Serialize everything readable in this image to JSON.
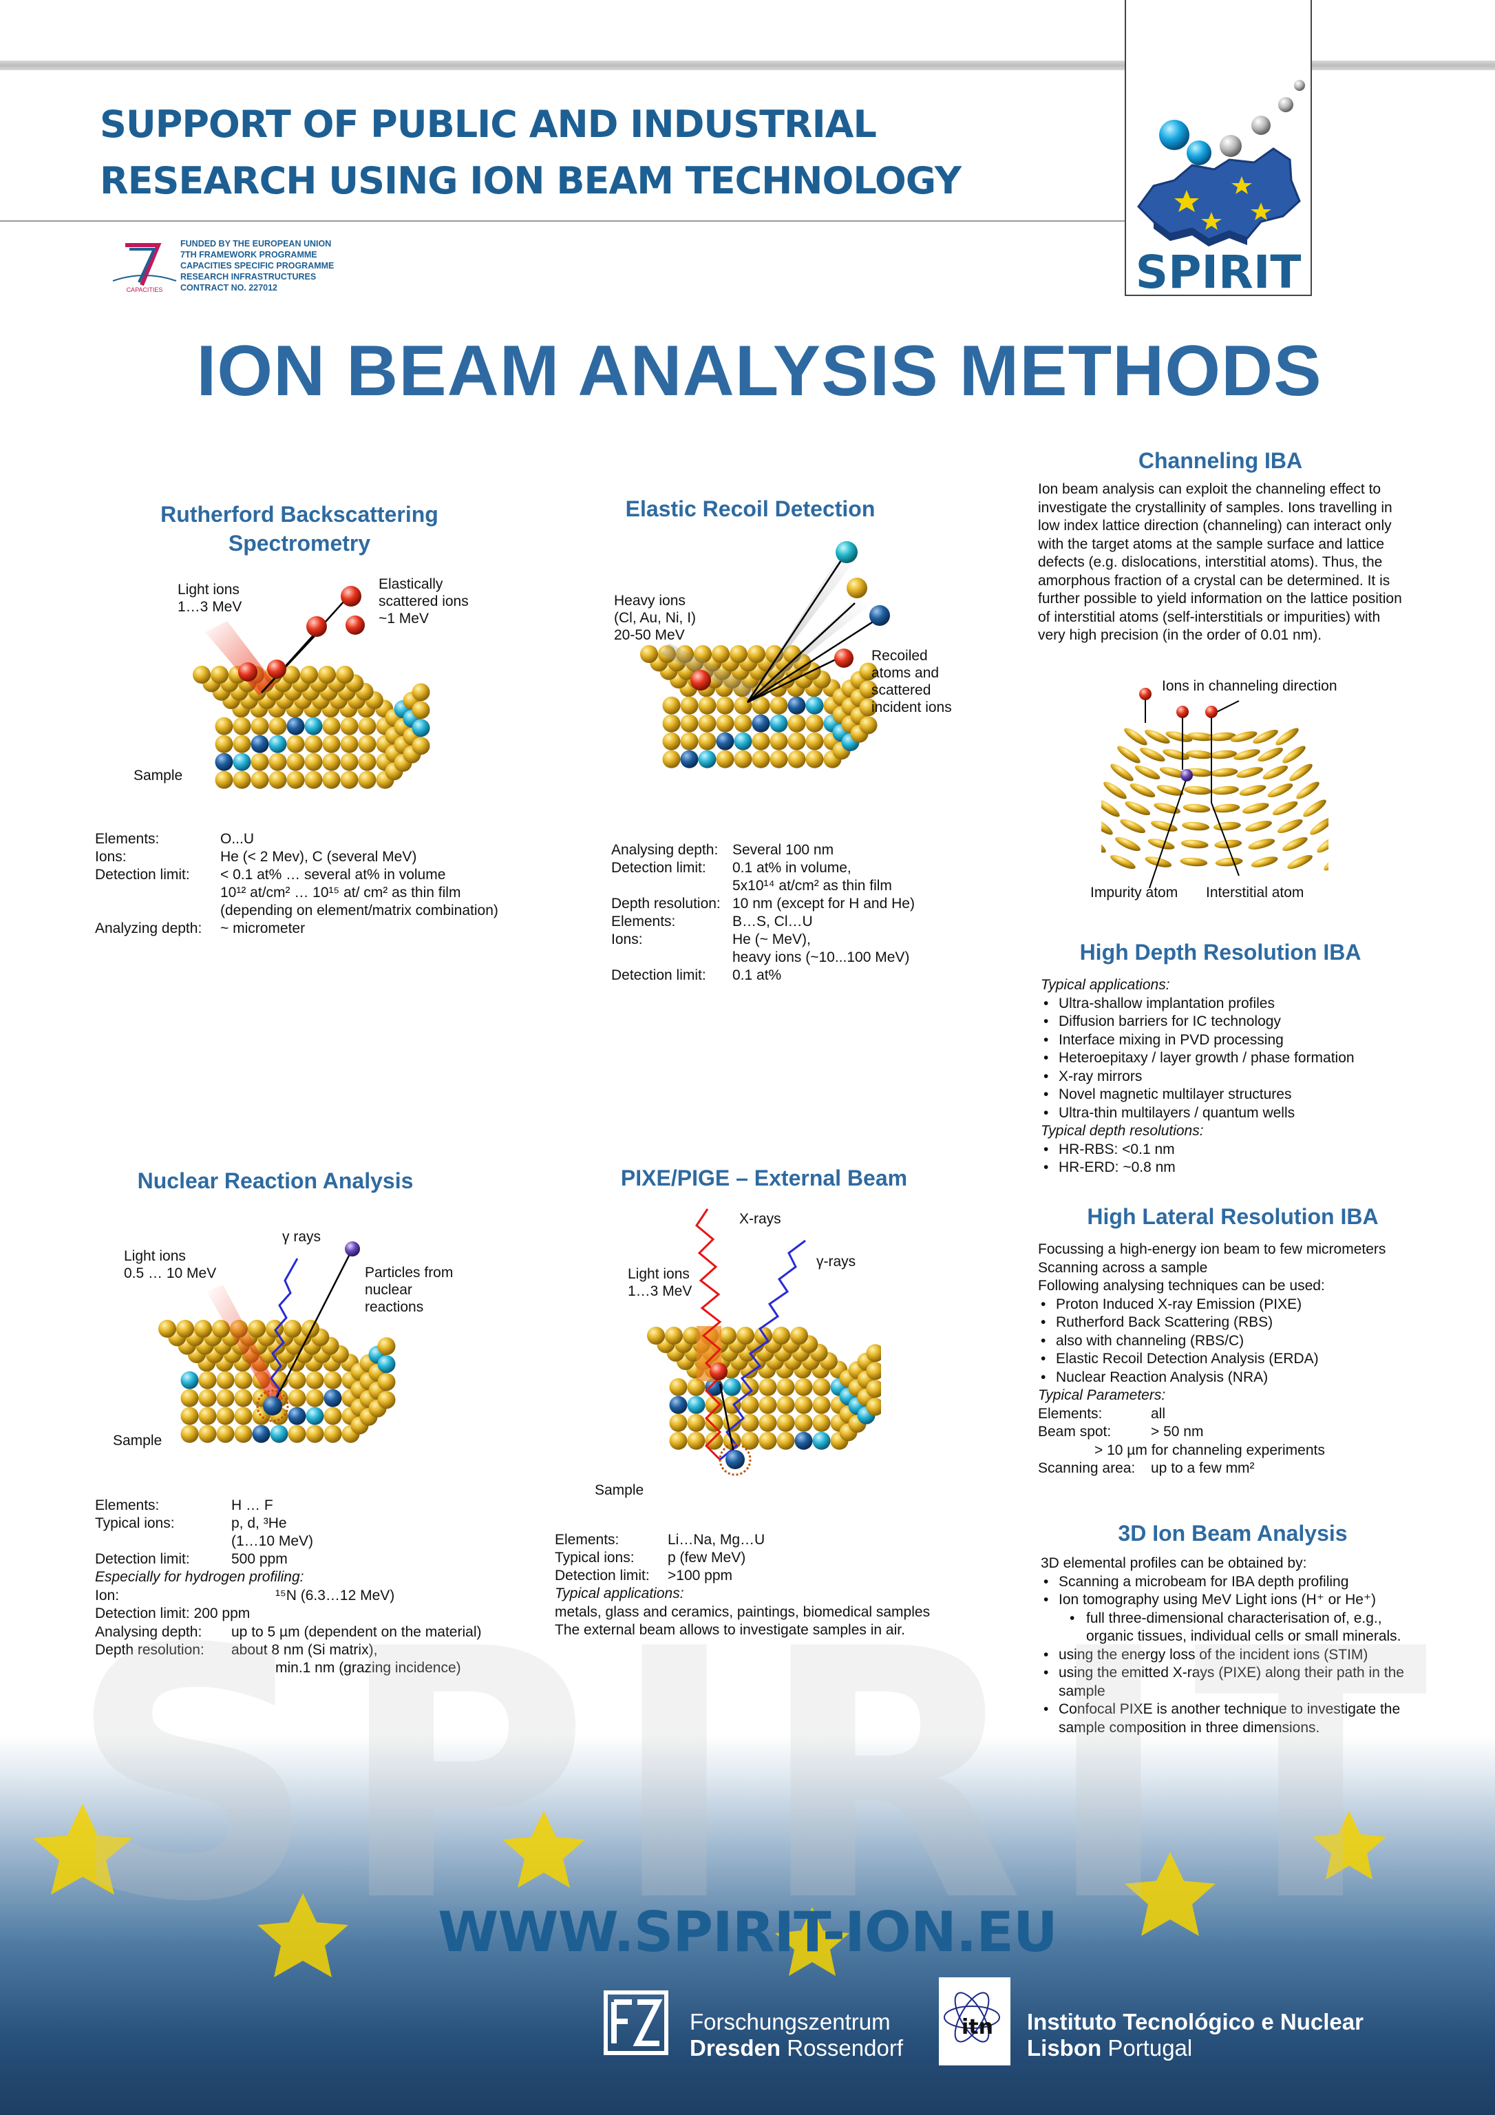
{
  "banner": {
    "title_line1": "SUPPORT OF PUBLIC AND INDUSTRIAL",
    "title_line2": "RESEARCH USING ION BEAM TECHNOLOGY",
    "fp7_lines": [
      "FUNDED BY THE EUROPEAN UNION",
      "7TH FRAMEWORK PROGRAMME",
      "CAPACITIES SPECIFIC PROGRAMME",
      "RESEARCH INFRASTRUCTURES",
      "CONTRACT NO. 227012"
    ],
    "fp7_logo_label": "CAPACITIES",
    "spirit_logo_text": "SPIRIT"
  },
  "main_title": "ION BEAM ANALYSIS METHODS",
  "rbs": {
    "heading_line1": "Rutherford Backscattering",
    "heading_line2": "Spectrometry",
    "label_ions": [
      "Light ions",
      "1…3 MeV"
    ],
    "label_scattered": [
      "Elastically",
      "scattered ions",
      "~1 MeV"
    ],
    "label_sample": "Sample",
    "rows": [
      [
        "Elements:",
        "O...U"
      ],
      [
        "Ions:",
        "He (< 2 Mev), C (several MeV)"
      ],
      [
        "Detection limit:",
        "< 0.1 at% … several at% in volume"
      ],
      [
        "",
        "10¹² at/cm² … 10¹⁵ at/ cm² as thin film"
      ],
      [
        "",
        "(depending on element/matrix combination)"
      ],
      [
        "Analyzing depth:",
        "~ micrometer"
      ]
    ]
  },
  "erd": {
    "heading": "Elastic Recoil Detection",
    "label_ions": [
      "Heavy ions",
      "(Cl, Au, Ni, I)",
      "20-50 MeV"
    ],
    "label_recoil": [
      "Recoiled",
      "atoms and",
      "scattered",
      "incident ions"
    ],
    "rows": [
      [
        "Analysing depth:",
        "Several 100 nm"
      ],
      [
        "Detection limit:",
        "0.1 at% in volume,"
      ],
      [
        "",
        "5x10¹⁴ at/cm² as thin film"
      ],
      [
        "Depth resolution:",
        "10 nm (except for H and He)"
      ],
      [
        "Elements:",
        "B…S, Cl…U"
      ],
      [
        "Ions:",
        "He (~ MeV),"
      ],
      [
        "",
        "heavy ions (~10...100 MeV)"
      ],
      [
        "Detection limit:",
        "0.1 at%"
      ]
    ]
  },
  "channeling": {
    "heading": "Channeling IBA",
    "paragraph": "Ion beam analysis can exploit the channeling effect to investigate the crystallinity of samples. Ions travelling in low index lattice direction (channeling) can interact only with the target atoms at the sample surface and lattice defects (e.g. dislocations, interstitial atoms). Thus, the amorphous fraction of a crystal can be determined. It is further possible to yield information on the lattice position of interstitial atoms (self-interstitials or impurities) with very high precision (in the order of 0.01 nm).",
    "label_direction": "Ions in channeling direction",
    "label_impurity": "Impurity atom",
    "label_interstitial": "Interstitial atom"
  },
  "hdr": {
    "heading": "High Depth Resolution IBA",
    "apps_title": "Typical applications:",
    "apps": [
      "Ultra-shallow implantation profiles",
      "Diffusion barriers for IC technology",
      "Interface mixing in PVD processing",
      "Heteroepitaxy / layer growth / phase formation",
      "X-ray mirrors",
      "Novel magnetic multilayer structures",
      "Ultra-thin multilayers / quantum wells"
    ],
    "res_title": "Typical depth resolutions:",
    "res": [
      "HR-RBS: <0.1 nm",
      "HR-ERD: ~0.8 nm"
    ]
  },
  "hlr": {
    "heading": "High Lateral Resolution IBA",
    "intro": [
      "Focussing a high-energy ion beam to few micrometers",
      "Scanning across a sample",
      "Following analysing techniques can be used:"
    ],
    "techniques": [
      "Proton Induced X-ray Emission (PIXE)",
      "Rutherford Back Scattering (RBS)",
      "also with channeling (RBS/C)",
      "Elastic Recoil Detection Analysis (ERDA)",
      "Nuclear Reaction Analysis (NRA)"
    ],
    "params_title": "Typical Parameters:",
    "elements_label": "Elements:",
    "elements_value": "all",
    "beam_label": "Beam spot:",
    "beam_value": "> 50 nm",
    "beam_value2": "> 10 µm for channeling experiments",
    "scan_label": "Scanning area:",
    "scan_value": "up to a few mm²"
  },
  "nra": {
    "heading": "Nuclear Reaction Analysis",
    "label_gamma": "γ rays",
    "label_ions": [
      "Light ions",
      "0.5 … 10 MeV"
    ],
    "label_particles": [
      "Particles from",
      "nuclear",
      "reactions"
    ],
    "label_sample": "Sample",
    "rows": [
      [
        "Elements:",
        "H … F"
      ],
      [
        "Typical ions:",
        "p, d, ³He"
      ],
      [
        "",
        "(1…10 MeV)"
      ],
      [
        "Detection limit:",
        "500 ppm"
      ]
    ],
    "hydrogen_title": "Especially for hydrogen profiling:",
    "ion_label": "Ion:",
    "ion_value": "¹⁵N (6.3…12 MeV)",
    "detlimit": "Detection limit: 200 ppm",
    "rows2": [
      [
        "Analysing depth:",
        "up to 5 µm (dependent on the material)"
      ],
      [
        "Depth resolution:",
        "about 8 nm (Si matrix),"
      ]
    ],
    "grazing": "min.1 nm (grazing incidence)"
  },
  "pixe": {
    "heading": "PIXE/PIGE – External Beam",
    "label_xrays": "X-rays",
    "label_gamma": "γ-rays",
    "label_ions": [
      "Light ions",
      "1…3 MeV"
    ],
    "label_sample": "Sample",
    "rows": [
      [
        "Elements:",
        "Li…Na, Mg…U"
      ],
      [
        "Typical ions:",
        "p (few MeV)"
      ],
      [
        "Detection limit:",
        ">100 ppm"
      ]
    ],
    "apps_title": "Typical applications:",
    "apps_text": "metals, glass and ceramics, paintings, biomedical samples",
    "ext_text": "The external beam allows to investigate samples in air."
  },
  "ion3d": {
    "heading": "3D Ion Beam Analysis",
    "intro": "3D elemental profiles can be obtained by:",
    "items": [
      {
        "text": "Scanning a microbeam for IBA depth profiling",
        "sub": false
      },
      {
        "text": "Ion tomography using MeV Light ions (H⁺ or He⁺)",
        "sub": false
      },
      {
        "text": "full three-dimensional characterisation of, e.g., organic tissues, individual cells or small minerals.",
        "sub": true
      },
      {
        "text": "using the energy loss of the incident ions (STIM)",
        "sub": false
      },
      {
        "text": "using the emitted X-rays (PIXE) along their path in the sample",
        "sub": false
      },
      {
        "text": "Confocal PIXE is another technique to investigate the sample composition in three dimensions.",
        "sub": false
      }
    ]
  },
  "footer": {
    "watermark": "SPIRIT",
    "url": "WWW.SPIRIT-ION.EU",
    "fzd_line1": "Forschungszentrum",
    "fzd_line2a": "Dresden",
    "fzd_line2b": "Rossendorf",
    "itn_line1": "Instituto Tecnológico e Nuclear",
    "itn_line2a": "Lisbon",
    "itn_line2b": "Portugal",
    "itn_logo_text": "itn"
  },
  "colors": {
    "heading_blue": "#2e6aa1",
    "banner_blue": "#1d5f93",
    "atom_gold": "#e8b82a",
    "atom_cyan": "#2bb8d6",
    "atom_dark": "#1f5fa0",
    "ion_red": "#e8341c"
  }
}
